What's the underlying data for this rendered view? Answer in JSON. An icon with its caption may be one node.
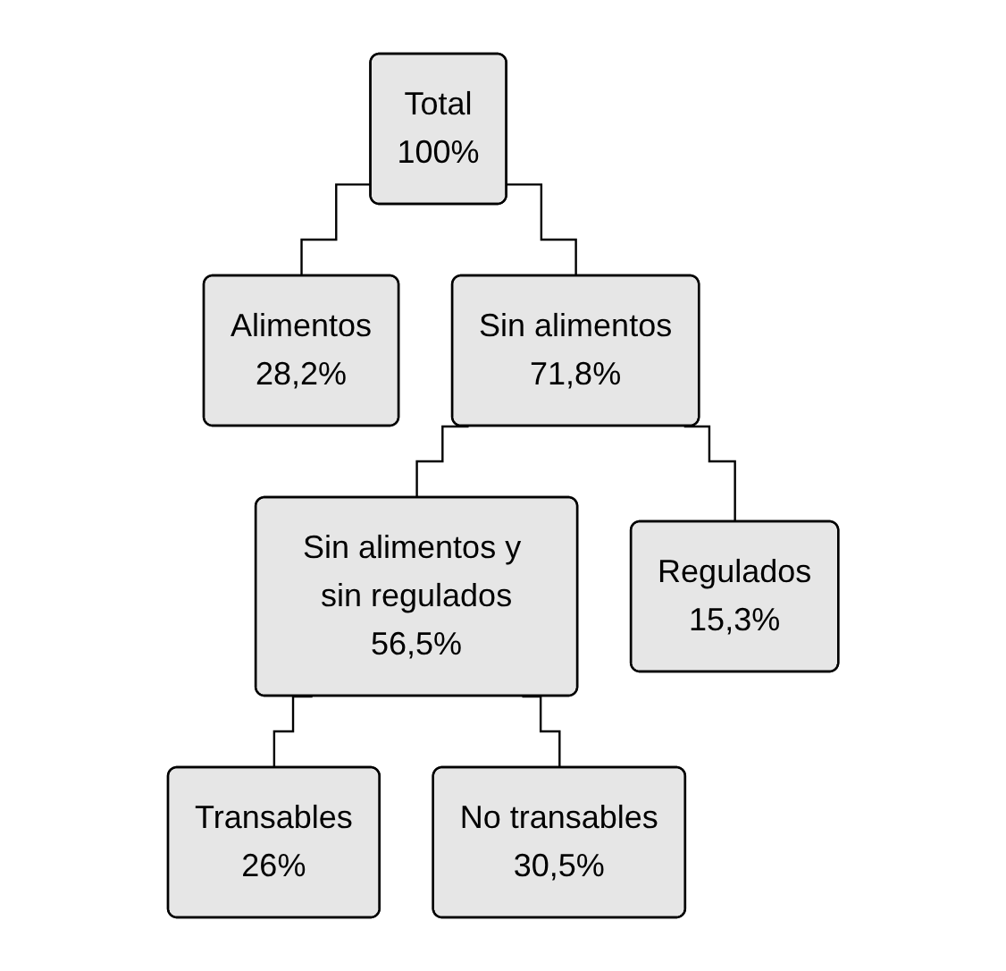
{
  "diagram": {
    "nodes": [
      {
        "text": [
          "Total",
          "100%"
        ]
      },
      {
        "text": [
          "Alimentos",
          "28,2%"
        ]
      },
      {
        "text": [
          "Sin alimentos",
          "71,8%"
        ]
      },
      {
        "text": [
          "Sin alimentos y sin regulados",
          "56,5%"
        ]
      },
      {
        "text": [
          "Regulados",
          "15,3%"
        ]
      },
      {
        "text": [
          "Transables",
          "26%"
        ]
      },
      {
        "text": [
          "No transables",
          "30,5%"
        ]
      }
    ],
    "edges": [
      {
        "from": 0,
        "to": 1,
        "arrow": "none"
      },
      {
        "from": 0,
        "to": 2,
        "arrow": "none"
      },
      {
        "from": 2,
        "to": 3,
        "arrow": "none"
      },
      {
        "from": 2,
        "to": 4,
        "arrow": "none"
      },
      {
        "from": 3,
        "to": 5,
        "arrow": "none"
      },
      {
        "from": 3,
        "to": 6,
        "arrow": "none"
      }
    ]
  }
}
